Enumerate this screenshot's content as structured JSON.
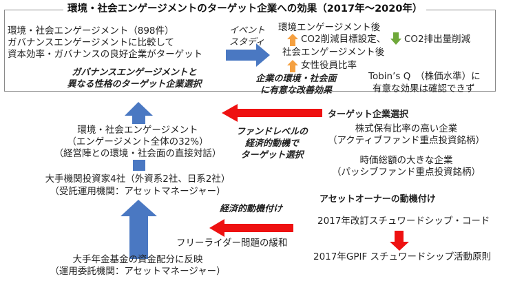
{
  "title": "環境・社会エンゲージメントのターゲット企業への効果（2017年～2020年）",
  "top_left": [
    "環境・社会エンゲージメント（898件）",
    "ガバナンスエンゲージメントに比較して",
    "資本効率・ガバナンスの良好企業がターゲット"
  ],
  "event_label": [
    "イベント",
    "スタディ"
  ],
  "top_right": {
    "env_after": "環境エンゲージメント後",
    "co2_target": "CO2削減目標設定、",
    "co2_reduction": "CO2排出量削減",
    "social_after": "社会エンゲージメント後",
    "female_ratio": "女性役員比率"
  },
  "tobin": [
    "Tobin’s Q　（株価水準）に",
    "有意な効果は確認できず"
  ],
  "gov_diff": [
    "ガバナンスエンゲージメントと",
    "異なる性格のターゲット企業選択"
  ],
  "improvement": [
    "企業の環境・社会面",
    "に有意な改善効果"
  ],
  "env_social_eng": [
    "環境・社会エンゲージメント",
    "（エンゲージメント全体の32%）",
    "（経営陣との環境・社会面の直接対話）"
  ],
  "fund_level": [
    "ファンドレベルの",
    "経済的動機で",
    "ターゲット選択"
  ],
  "target_selection": {
    "heading": "ターゲット企業選択",
    "lines": [
      "株式保有比率の高い企業",
      "（アクティブファンド重点投資銘柄）",
      "時価総額の大きな企業",
      "（パッシブファンド重点投資銘柄）"
    ]
  },
  "investors": [
    "大手機関投資家4社（外資系2社、日系2社）",
    "（受託運用機関：アセットマネージャー）"
  ],
  "asset_owner": "アセットオーナーの動機付け",
  "economic_motive": "経済的動機付け",
  "free_rider": "フリーライダー問題の緩和",
  "stewardship_2017": "2017年改訂スチュワードシップ・コード",
  "gpif_2017": "2017年GPIF スチュワードシップ活動原則",
  "pension": [
    "大手年金基金の資金配分に反映",
    "（運用委託機関：アセットマネージャー）"
  ],
  "colors": {
    "blue_arrow": "#4a78c2",
    "red_arrow": "#ee1111",
    "orange_up": "#f5a040",
    "green_down": "#6fa83a"
  }
}
